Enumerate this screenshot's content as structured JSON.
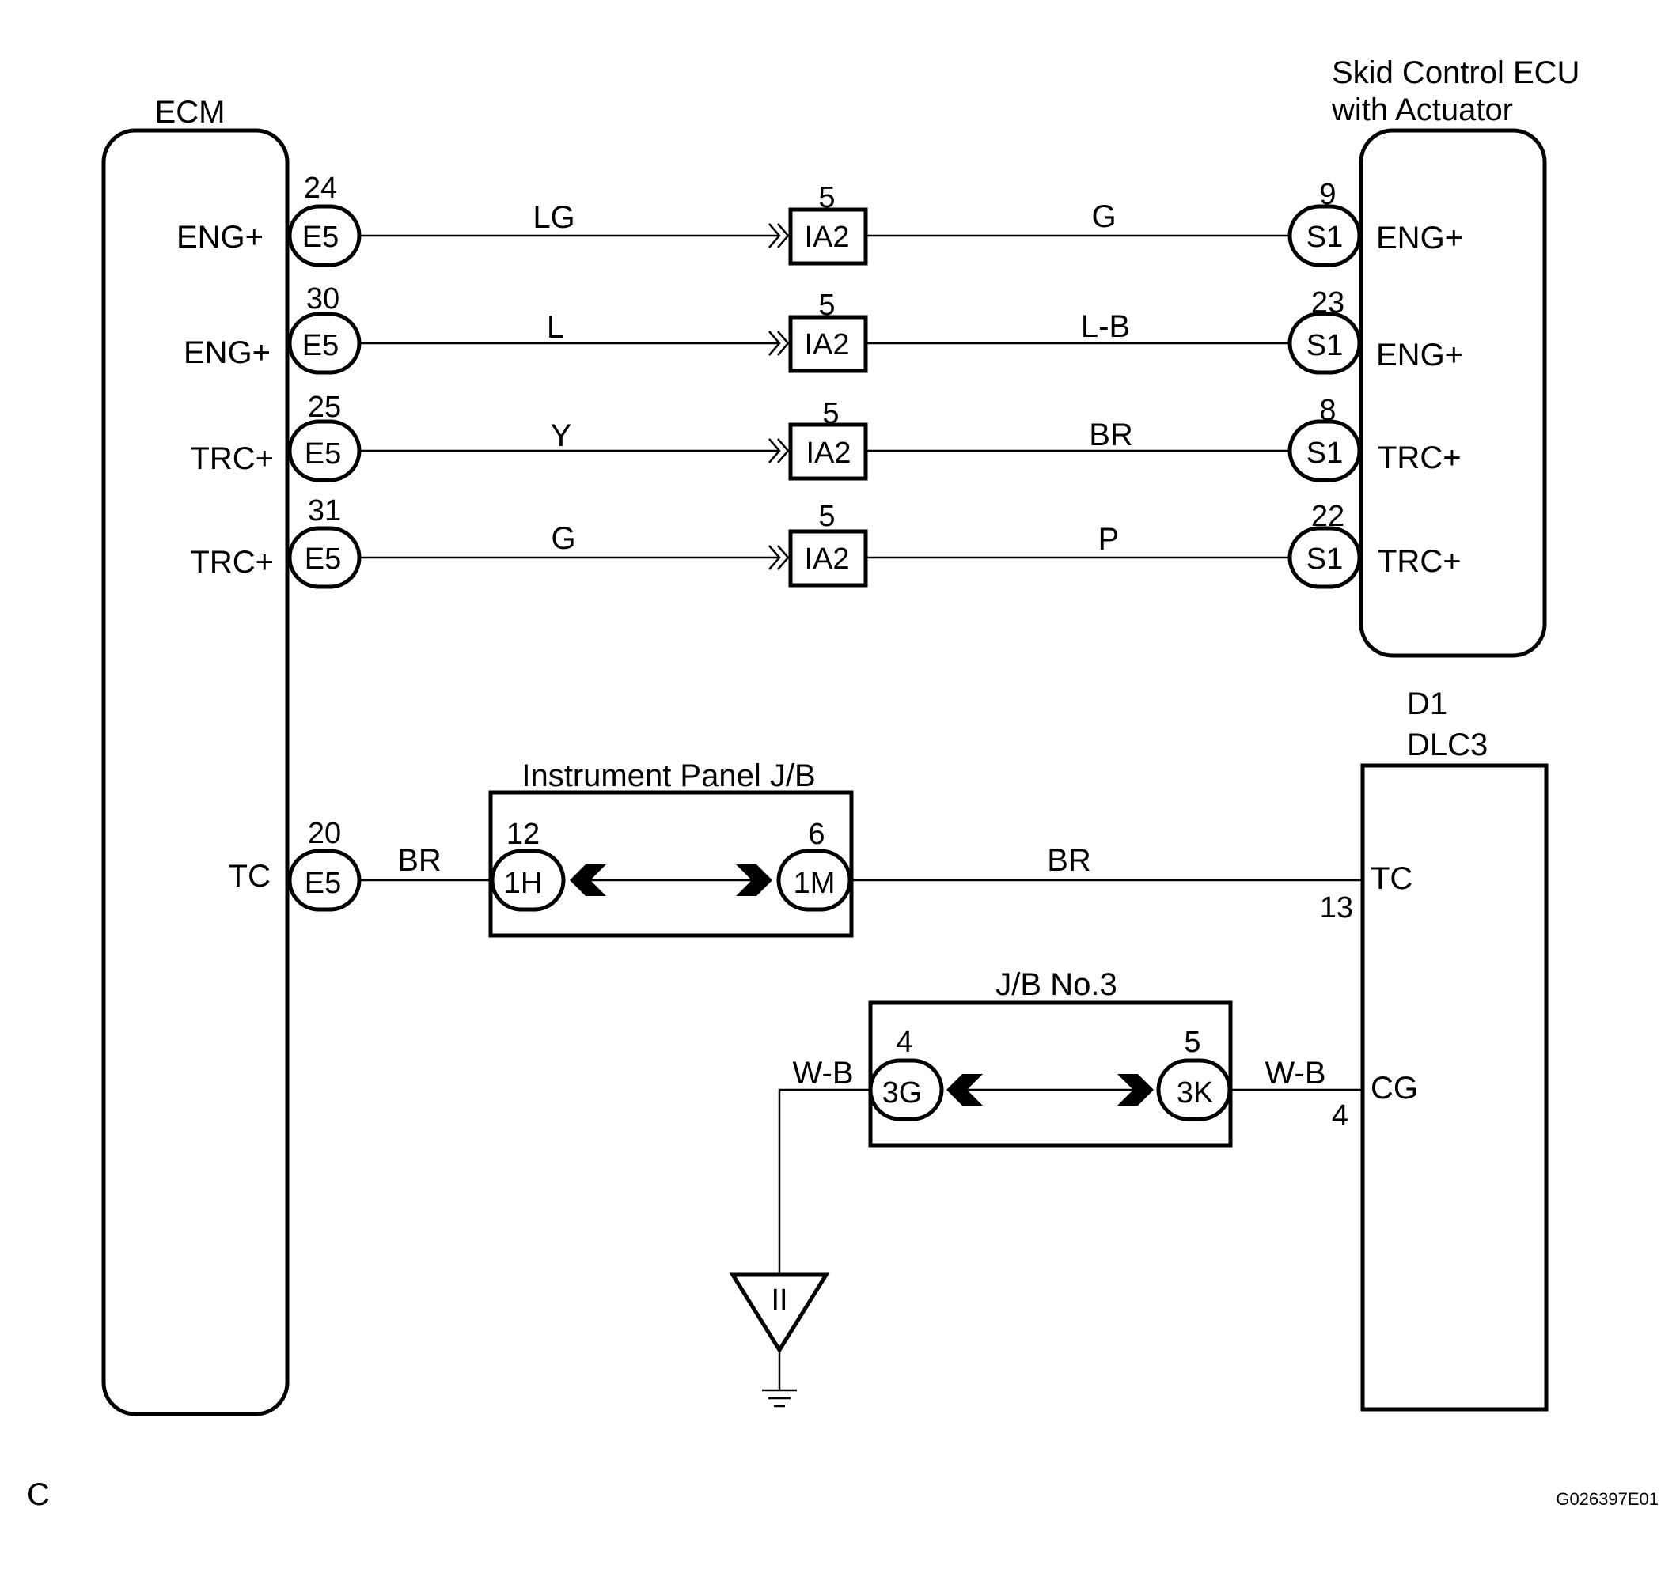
{
  "corner_letter": "C",
  "figure_code": "G026397E01",
  "ecm": {
    "title": "ECM",
    "pins": [
      {
        "label": "ENG+",
        "num": "24",
        "conn": "E5"
      },
      {
        "label": "ENG+",
        "num": "30",
        "conn": "E5"
      },
      {
        "label": "TRC+",
        "num": "25",
        "conn": "E5"
      },
      {
        "label": "TRC+",
        "num": "31",
        "conn": "E5"
      },
      {
        "label": "TC",
        "num": "20",
        "conn": "E5"
      }
    ]
  },
  "skid_ecu": {
    "title_line1": "Skid Control ECU",
    "title_line2": "with Actuator",
    "pins": [
      {
        "label": "ENG+",
        "num": "9",
        "conn": "S1"
      },
      {
        "label": "ENG+",
        "num": "23",
        "conn": "S1"
      },
      {
        "label": "TRC+",
        "num": "8",
        "conn": "S1"
      },
      {
        "label": "TRC+",
        "num": "22",
        "conn": "S1"
      }
    ]
  },
  "inline_connectors": [
    {
      "num": "5",
      "conn": "IA2"
    },
    {
      "num": "5",
      "conn": "IA2"
    },
    {
      "num": "5",
      "conn": "IA2"
    },
    {
      "num": "5",
      "conn": "IA2"
    }
  ],
  "wires_left": [
    "LG",
    "L",
    "Y",
    "G"
  ],
  "wires_right": [
    "G",
    "L-B",
    "BR",
    "P"
  ],
  "dlc3": {
    "line1": "D1",
    "line2": "DLC3",
    "tc_label": "TC",
    "tc_num": "13",
    "cg_label": "CG",
    "cg_num": "4"
  },
  "instrument_jb": {
    "title": "Instrument Panel J/B",
    "left_num": "12",
    "left_conn": "1H",
    "right_num": "6",
    "right_conn": "1M",
    "wire_in": "BR",
    "wire_out": "BR"
  },
  "jb3": {
    "title": "J/B No.3",
    "left_num": "4",
    "left_conn": "3G",
    "right_num": "5",
    "right_conn": "3K",
    "wire_in": "W-B",
    "wire_out": "W-B"
  },
  "ground": {
    "mark": "II"
  }
}
